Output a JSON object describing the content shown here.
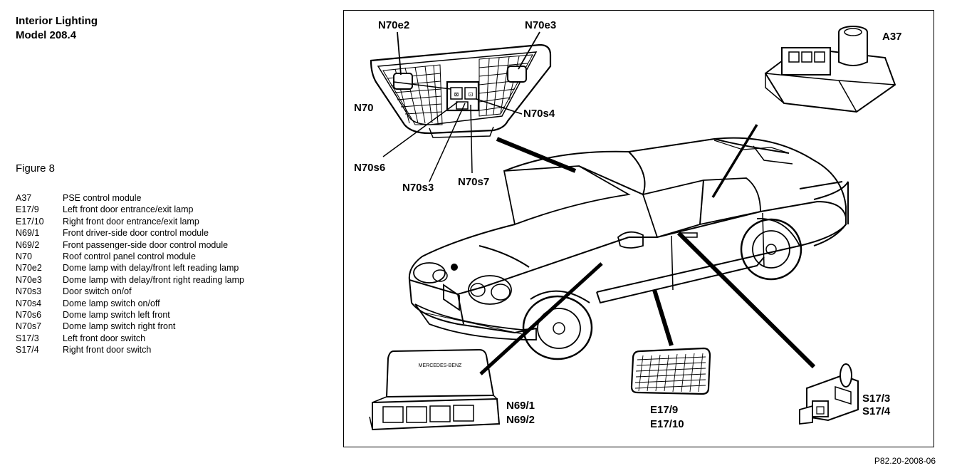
{
  "header": {
    "title": "Interior Lighting",
    "model": "Model 208.4"
  },
  "figure_label": "Figure 8",
  "legend": [
    {
      "code": "A37",
      "desc": "PSE control module"
    },
    {
      "code": "E17/9",
      "desc": "Left front door entrance/exit lamp"
    },
    {
      "code": "E17/10",
      "desc": "Right front door entrance/exit lamp"
    },
    {
      "code": "N69/1",
      "desc": "Front driver-side door control module"
    },
    {
      "code": "N69/2",
      "desc": "Front passenger-side door control module"
    },
    {
      "code": "N70",
      "desc": "Roof control panel control module"
    },
    {
      "code": "N70e2",
      "desc": "Dome lamp with delay/front left reading lamp"
    },
    {
      "code": "N70e3",
      "desc": "Dome lamp with delay/front right reading lamp"
    },
    {
      "code": "N70s3",
      "desc": "Door switch on/of"
    },
    {
      "code": "N70s4",
      "desc": "Dome lamp switch on/off"
    },
    {
      "code": "N70s6",
      "desc": "Dome lamp switch left front"
    },
    {
      "code": "N70s7",
      "desc": "Dome lamp switch right front"
    },
    {
      "code": "S17/3",
      "desc": "Left front door switch"
    },
    {
      "code": "S17/4",
      "desc": "Right front door switch"
    }
  ],
  "callouts": {
    "n70e2": "N70e2",
    "n70e3_top": "N70e3",
    "a37": "A37",
    "n70": "N70",
    "n70s4": "N70s4",
    "n70s6": "N70s6",
    "n70s3": "N70s3",
    "n70s7": "N70s7",
    "n69_1": "N69/1",
    "n69_2": "N69/2",
    "e17_9": "E17/9",
    "e17_10": "E17/10",
    "s17_3": "S17/3",
    "s17_4": "S17/4"
  },
  "module_text": "MERCEDES-BENZ",
  "reference": "P82.20-2008-06"
}
